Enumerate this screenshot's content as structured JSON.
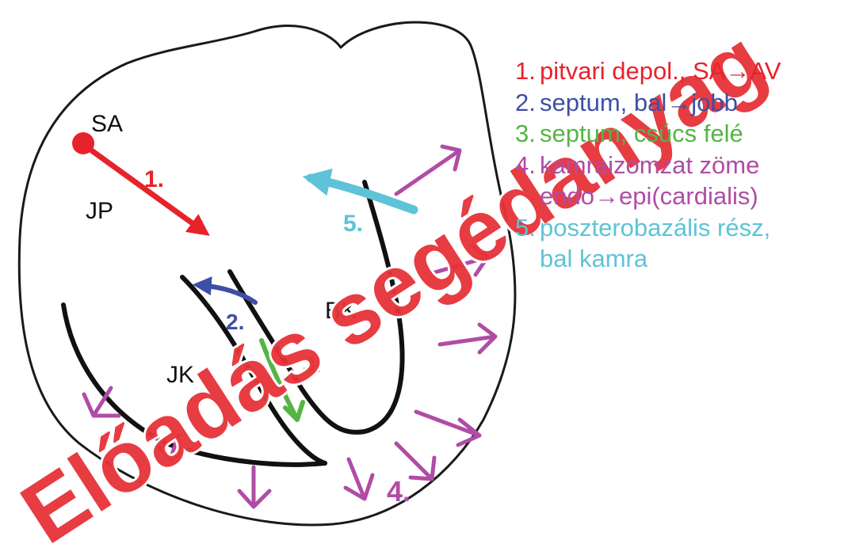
{
  "colors": {
    "step1": "#e8222b",
    "step2": "#3d4fa6",
    "step3": "#55b544",
    "step4": "#b04ca6",
    "step5": "#5ec3d6",
    "outline": "#1a1a1a",
    "watermark": "#e63238"
  },
  "diagram": {
    "labels": {
      "sa": "SA",
      "jp": "JP",
      "bk": "BK",
      "jk": "JK"
    },
    "step_markers": {
      "s1": "1.",
      "s2": "2.",
      "s3": "3.",
      "s4": "4.",
      "s5": "5."
    }
  },
  "legend": [
    {
      "num": "1.",
      "text": "pitvari depol., SA→AV",
      "color": "#e8222b"
    },
    {
      "num": "2.",
      "text": "septum, bal→jobb",
      "color": "#3d4fa6"
    },
    {
      "num": "3.",
      "text": "septum, csúcs felé",
      "color": "#55b544"
    },
    {
      "num": "4.",
      "text": "kamraizomzat zöme",
      "cont": "endo→epi(cardialis)",
      "color": "#b04ca6"
    },
    {
      "num": "5.",
      "text": "poszterobazális rész,",
      "cont": "bal kamra",
      "color": "#5ec3d6"
    }
  ],
  "watermark": "Előadás segédanyag"
}
